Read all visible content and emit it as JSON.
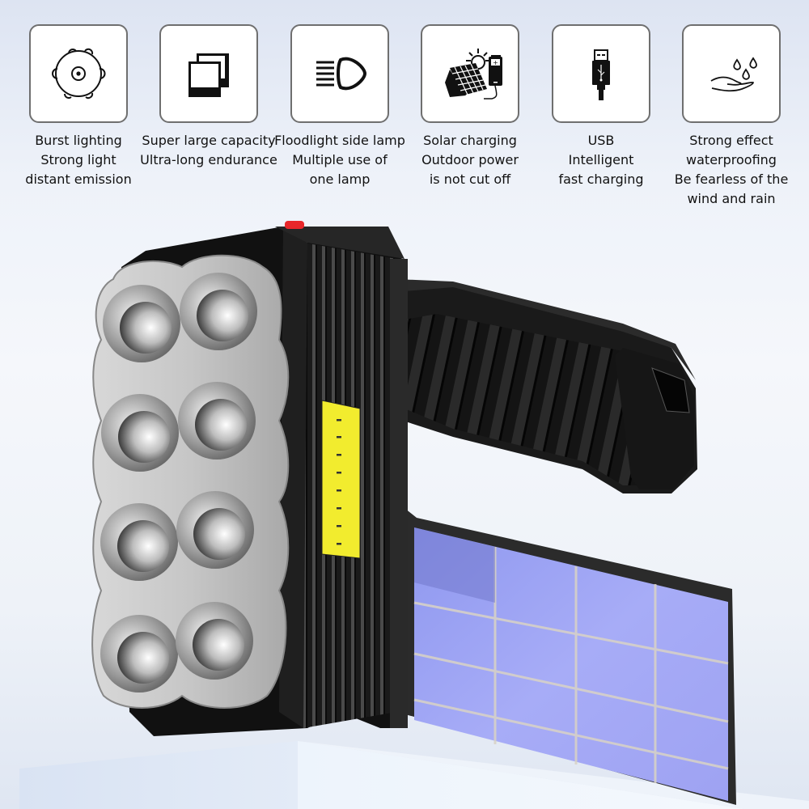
{
  "features": [
    {
      "icon": "burst-light-icon",
      "lines": [
        "Burst lighting",
        "Strong light",
        "distant emission"
      ]
    },
    {
      "icon": "battery-capacity-icon",
      "lines": [
        "Super large capacity",
        "Ultra-long endurance"
      ]
    },
    {
      "icon": "floodlight-lamp-icon",
      "lines": [
        "Floodlight side lamp",
        "Multiple use of",
        "one lamp"
      ]
    },
    {
      "icon": "solar-charging-icon",
      "lines": [
        "Solar charging",
        "Outdoor power",
        "is not cut off"
      ]
    },
    {
      "icon": "usb-charging-icon",
      "lines": [
        "USB",
        "Intelligent",
        "fast charging"
      ]
    },
    {
      "icon": "waterproof-icon",
      "lines": [
        "Strong effect",
        "waterproofing",
        "Be fearless of the",
        "wind and rain"
      ]
    }
  ],
  "product": {
    "name": "8-LED solar flashlight",
    "led_count": 8,
    "colors": {
      "body": "#1b1b1b",
      "bezel": "#c9c9c9",
      "cob_side_light": "#f2ec2e",
      "solar_panel": "#9aa3f5",
      "power_button": "#e8262a",
      "pedestal": "#e4ecf8"
    }
  }
}
